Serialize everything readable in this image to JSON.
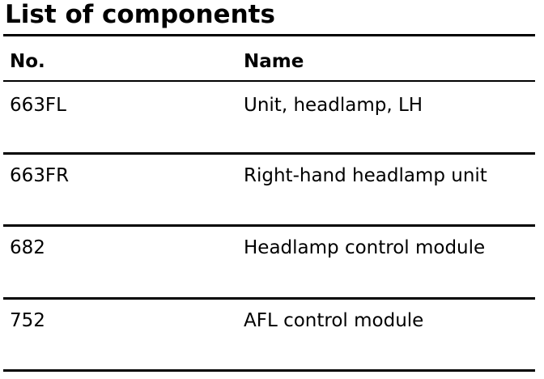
{
  "page_title": "List of components",
  "table": {
    "headers": [
      "No.",
      "Name"
    ],
    "rows": [
      {
        "no": "663FL",
        "name": "Unit, headlamp, LH"
      },
      {
        "no": "663FR",
        "name": "Right-hand headlamp unit"
      },
      {
        "no": "682",
        "name": "Headlamp control module"
      },
      {
        "no": "752",
        "name": "AFL control module"
      }
    ]
  }
}
